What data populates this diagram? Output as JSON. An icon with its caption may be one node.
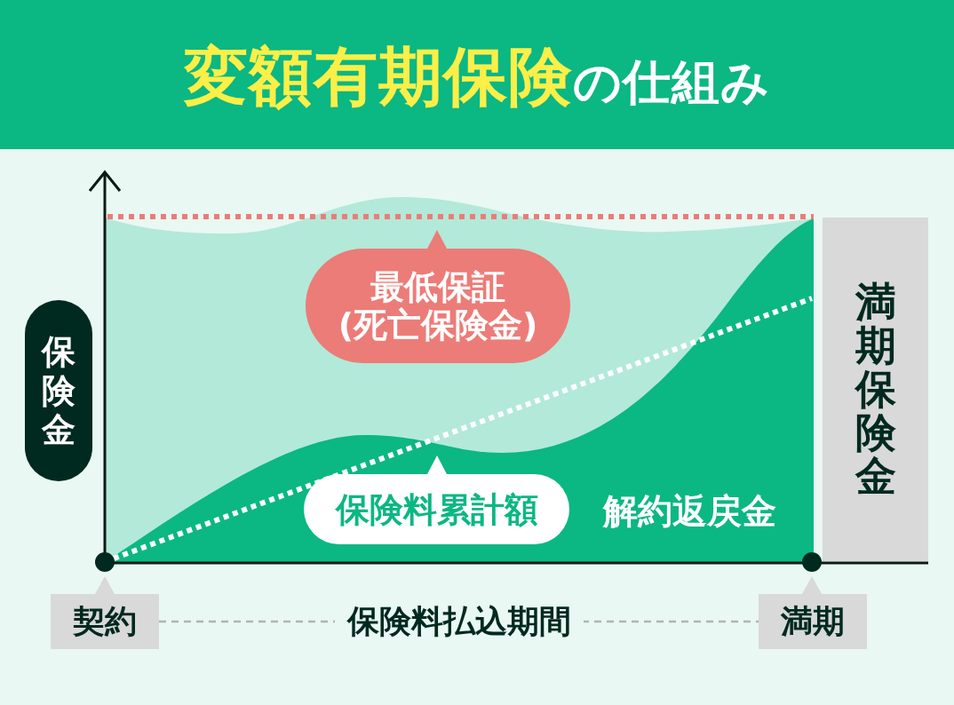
{
  "diagram": {
    "title": "**変額有期保険**の仕組み",
    "nodes": [
      {
        "text": [
          "保険金"
        ]
      },
      {
        "text": [
          "最低保証",
          "(死亡保険金)"
        ]
      },
      {
        "text": [
          "保険料累計額"
        ]
      },
      {
        "text": [
          "満期保険金"
        ]
      },
      {
        "text": [
          "契約"
        ]
      },
      {
        "text": [
          "満期"
        ]
      }
    ],
    "edges": [
      {
        "from": 4,
        "to": 5,
        "arrow": "none",
        "style": "dashed",
        "label": "保険料払込期間"
      }
    ],
    "labels": [
      "解約返戻金"
    ]
  }
}
